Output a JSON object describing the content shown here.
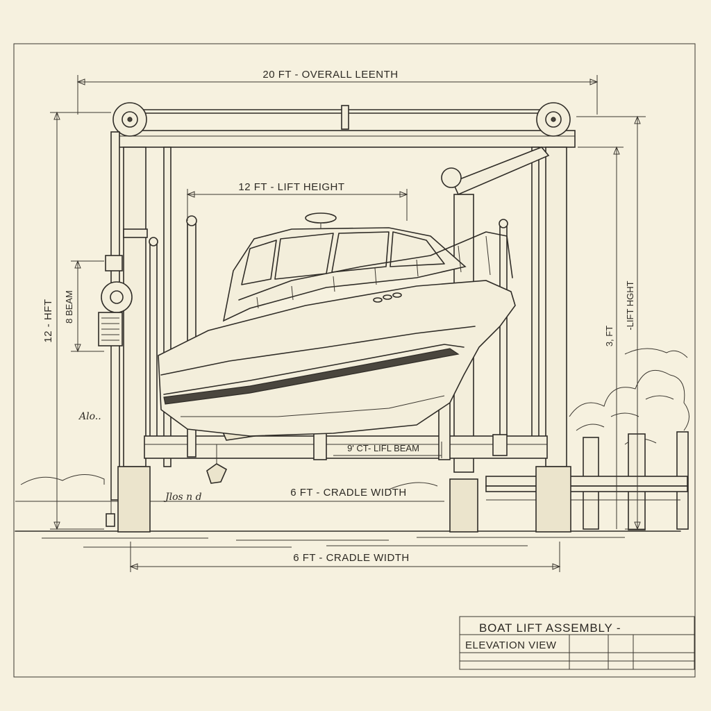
{
  "title_block": {
    "line1": "BOAT LIFT ASSEMBLY -",
    "line2": "ELEVATION VIEW"
  },
  "dimensions": {
    "overall_length": "20 FT - OVERALL LEENTH",
    "lift_height_top": "12 FT - LIFT HEIGHT",
    "left_height": "12 - HFT",
    "beam_left": "8 BEAM",
    "right_height": "-LIFT HGHT",
    "right_small": "3, FT",
    "lift_beam": "9' CT- LIFL BEAM",
    "cradle_width_upper": "6 FT - CRADLE WIDTH",
    "cradle_width_lower": "6 FT - CRADLE WIDTH"
  },
  "annotations": {
    "note_a": "Alo..",
    "note_b": "Jlos n d"
  }
}
